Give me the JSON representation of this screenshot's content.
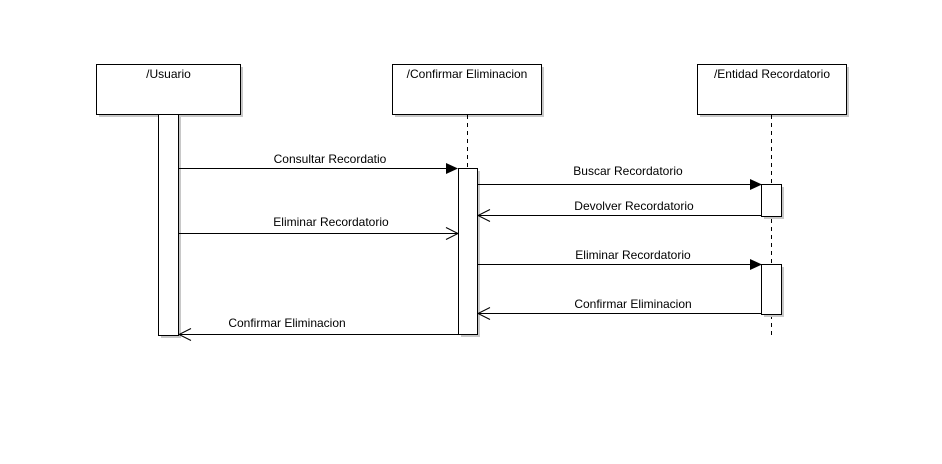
{
  "diagram": {
    "type": "sequence-diagram",
    "participants": [
      {
        "id": "usuario",
        "label": "/Usuario"
      },
      {
        "id": "confirmar",
        "label": "/Confirmar Eliminacion"
      },
      {
        "id": "entidad",
        "label": "/Entidad Recordatorio"
      }
    ],
    "messages": [
      {
        "label": "Consultar Recordatio",
        "from": "usuario",
        "to": "confirmar",
        "kind": "synchronous"
      },
      {
        "label": "Buscar Recordatorio",
        "from": "confirmar",
        "to": "entidad",
        "kind": "synchronous"
      },
      {
        "label": "Devolver Recordatorio",
        "from": "entidad",
        "to": "confirmar",
        "kind": "return"
      },
      {
        "label": "Eliminar Recordatorio",
        "from": "usuario",
        "to": "confirmar",
        "kind": "asynchronous"
      },
      {
        "label": "Eliminar Recordatorio",
        "from": "confirmar",
        "to": "entidad",
        "kind": "synchronous"
      },
      {
        "label": "Confirmar Eliminacion",
        "from": "entidad",
        "to": "confirmar",
        "kind": "return"
      },
      {
        "label": "Confirmar Eliminacion",
        "from": "confirmar",
        "to": "usuario",
        "kind": "return"
      }
    ]
  }
}
